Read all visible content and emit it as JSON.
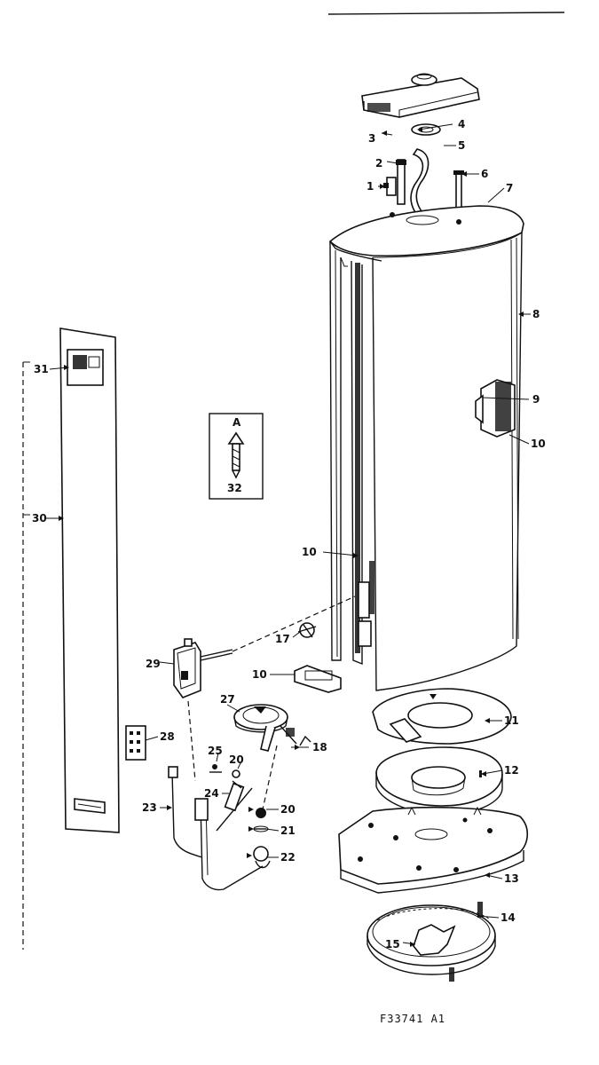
{
  "diagram": {
    "reference_code": "F33741 A1",
    "callouts": [
      {
        "id": "c1",
        "label": "1"
      },
      {
        "id": "c2",
        "label": "2"
      },
      {
        "id": "c3",
        "label": "3"
      },
      {
        "id": "c4",
        "label": "4"
      },
      {
        "id": "c5",
        "label": "5"
      },
      {
        "id": "c6",
        "label": "6"
      },
      {
        "id": "c7",
        "label": "7"
      },
      {
        "id": "c8",
        "label": "8"
      },
      {
        "id": "c9",
        "label": "9"
      },
      {
        "id": "c10a",
        "label": "10"
      },
      {
        "id": "c10b",
        "label": "10"
      },
      {
        "id": "c10c",
        "label": "10"
      },
      {
        "id": "c11",
        "label": "11"
      },
      {
        "id": "c12",
        "label": "12"
      },
      {
        "id": "c13",
        "label": "13"
      },
      {
        "id": "c14",
        "label": "14"
      },
      {
        "id": "c15",
        "label": "15"
      },
      {
        "id": "c17",
        "label": "17"
      },
      {
        "id": "c18",
        "label": "18"
      },
      {
        "id": "c20a",
        "label": "20"
      },
      {
        "id": "c20b",
        "label": "20"
      },
      {
        "id": "c21",
        "label": "21"
      },
      {
        "id": "c22",
        "label": "22"
      },
      {
        "id": "c23",
        "label": "23"
      },
      {
        "id": "c24",
        "label": "24"
      },
      {
        "id": "c25",
        "label": "25"
      },
      {
        "id": "c27",
        "label": "27"
      },
      {
        "id": "c28",
        "label": "28"
      },
      {
        "id": "c29",
        "label": "29"
      },
      {
        "id": "c30",
        "label": "30"
      },
      {
        "id": "c31",
        "label": "31"
      },
      {
        "id": "c32",
        "label": "32"
      },
      {
        "id": "c32a",
        "label": "A"
      }
    ]
  }
}
